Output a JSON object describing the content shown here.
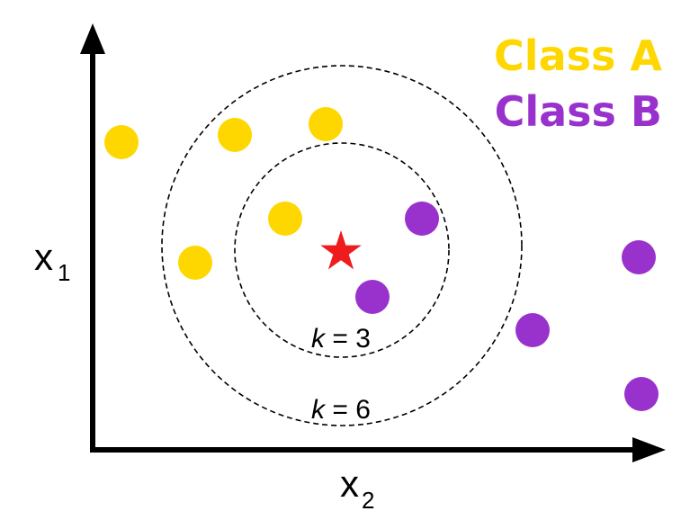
{
  "axes": {
    "y_label": "x",
    "y_label_sub": "1",
    "x_label": "x",
    "x_label_sub": "2"
  },
  "legend": [
    {
      "label": "Class A",
      "color": "#FFD700"
    },
    {
      "label": "Class B",
      "color": "#9932CC"
    }
  ],
  "colors": {
    "class_a": "#FFD700",
    "class_b": "#9932CC",
    "query": "#EE1C1C",
    "axis": "#000000",
    "circle": "#000000"
  },
  "rings": [
    {
      "label_k": "k",
      "label_eq": " = 3"
    },
    {
      "label_k": "k",
      "label_eq": " = 6"
    }
  ],
  "query_point": {
    "icon": "star-icon"
  }
}
